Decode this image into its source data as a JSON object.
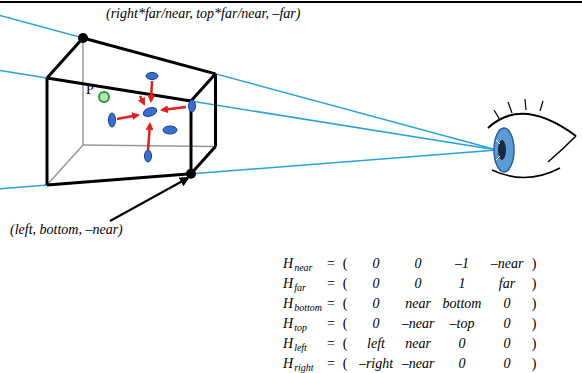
{
  "diagram": {
    "labels": [
      "(right*far/near, top*far/near, –far)",
      "P",
      "(left, bottom, –near)",
      "H",
      "near",
      "=",
      "(",
      "0",
      "0",
      "–1",
      "–near",
      ")",
      "H",
      "far",
      "=",
      "(",
      "0",
      "0",
      "1",
      "far",
      ")",
      "H",
      "bottom",
      "=",
      "(",
      "0",
      "near",
      "bottom",
      "0",
      ")",
      "H",
      "top",
      "=",
      "(",
      "0",
      "–near",
      "–top",
      "0",
      ")",
      "H",
      "left",
      "=",
      "(",
      "left",
      "near",
      "0",
      "0",
      ")",
      "H",
      "right",
      "=",
      "(",
      "–right",
      "–near",
      "0",
      "0",
      ")"
    ]
  }
}
